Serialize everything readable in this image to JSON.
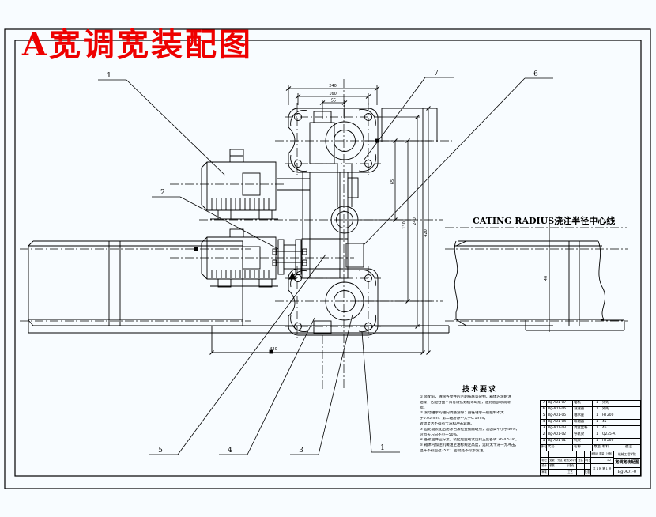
{
  "page": {
    "title": "A宽调宽装配图",
    "background_color": "#f8fcff",
    "line_color": "#000000",
    "title_color": "#ee0000"
  },
  "annotations": {
    "casting_line_label": "CATING RADIUS浇注半径中心线"
  },
  "balloons": [
    "1",
    "2",
    "7",
    "6",
    "5",
    "4",
    "3",
    "1"
  ],
  "dim_labels": [
    "240",
    "160",
    "55",
    "65",
    "130",
    "240",
    "420",
    "40",
    "420"
  ],
  "tech_requirements": {
    "title": "技术要求",
    "lines": [
      "① 装配前，清除各零件的毛刺铁屑等杂物，箱体内涂耐油",
      "油漆，各配合面不得有碰伤划痕等缺陷，油封唇部涂润滑",
      "脂。",
      "② 滚动轴承的轴向调整游隙：圆锥轴承一般控制不大",
      "于0.05mm，第二轴游隙不大于0.1mm，",
      "转动灵活不得有卡滞和冲击异响。",
      "③ 齿轮副装配后用涂色法检查接触斑点，沿齿高不小于40%，",
      "沿齿长方向不小于50%。",
      "④ 各紧固件应拧紧，装配后空载试运转正反各转 2h-4.5Tm。",
      "⑤ 箱体内加注机械油至油标规定高度，运转无卡滞一无冲击，",
      "温升不得超过35℃，密封处不得渗漏油。"
    ]
  },
  "parts_table": {
    "headers": [
      "序号",
      "代号",
      "名称",
      "数量",
      "材料",
      "备注"
    ],
    "rows": [
      {
        "no": "7",
        "code": "Bg-A01-07",
        "name": "电机",
        "qty": "1",
        "material": "外购",
        "remark": ""
      },
      {
        "no": "6",
        "code": "Bg-A01-06",
        "name": "减速器",
        "qty": "1",
        "material": "外购",
        "remark": ""
      },
      {
        "no": "5",
        "code": "Bg-A01-05",
        "name": "轴承座",
        "qty": "1",
        "material": "HT200",
        "remark": ""
      },
      {
        "no": "4",
        "code": "Bg-A01-04",
        "name": "联轴器",
        "qty": "1",
        "material": "45",
        "remark": ""
      },
      {
        "no": "3",
        "code": "Bg-A01-03",
        "name": "调宽丝杆",
        "qty": "1",
        "material": "45",
        "remark": ""
      },
      {
        "no": "2",
        "code": "Bg-A01-02",
        "name": "导轨梁",
        "qty": "1",
        "material": "Q235-A",
        "remark": ""
      },
      {
        "no": "1",
        "code": "Bg-A01-01",
        "name": "机架",
        "qty": "1",
        "material": "HT200",
        "remark": ""
      }
    ]
  },
  "title_block": {
    "company": "机械工程学院",
    "drawing_title": "宽调宽装配图",
    "drawing_no": "Bg-A01-0",
    "stage_label": "阶段标记",
    "weight_label": "重量",
    "scale_label": "比例",
    "scale_value": "1:2",
    "sheet_info": "共 1 张 第 1 张",
    "row_labels": [
      "标记",
      "处数",
      "分区",
      "更改文件号",
      "签名",
      "年月日"
    ],
    "sig_labels": [
      "设计",
      "校核",
      "审核",
      "工艺",
      "批准",
      "标准化"
    ]
  }
}
